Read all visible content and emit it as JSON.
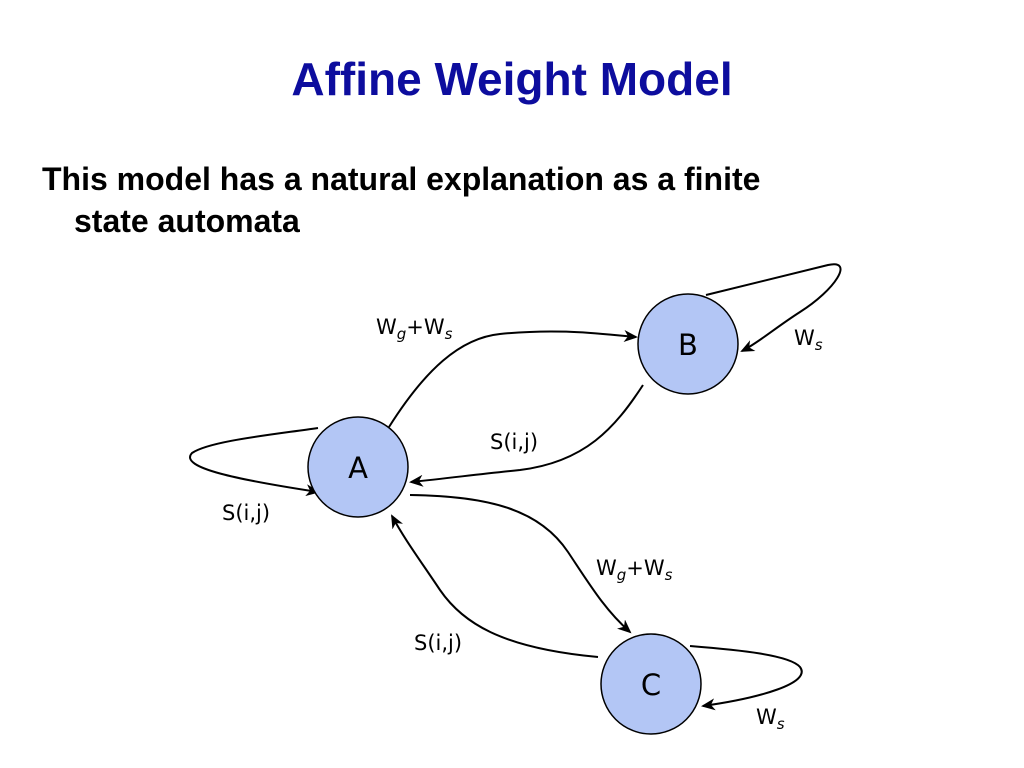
{
  "slide": {
    "title": "Affine Weight Model",
    "body_line1": "This model has a natural explanation as a finite",
    "body_line2": "state automata"
  },
  "diagram": {
    "node_fill": "#b3c6f5",
    "node_stroke": "#000000",
    "edge_color": "#000000",
    "nodes": {
      "A": {
        "label": "A"
      },
      "B": {
        "label": "B"
      },
      "C": {
        "label": "C"
      }
    },
    "edges": {
      "a_to_b": {
        "label_main": "W",
        "label_sub": "g",
        "label_plus": "+W",
        "label_sub2": "s"
      },
      "b_self": {
        "label_main": "W",
        "label_sub": "s"
      },
      "b_to_a": {
        "label": "S(i,j)"
      },
      "a_self": {
        "label": "S(i,j)"
      },
      "a_to_c": {
        "label_main": "W",
        "label_sub": "g",
        "label_plus": "+W",
        "label_sub2": "s"
      },
      "c_to_a": {
        "label": "S(i,j)"
      },
      "c_self": {
        "label_main": "W",
        "label_sub": "s"
      }
    }
  }
}
